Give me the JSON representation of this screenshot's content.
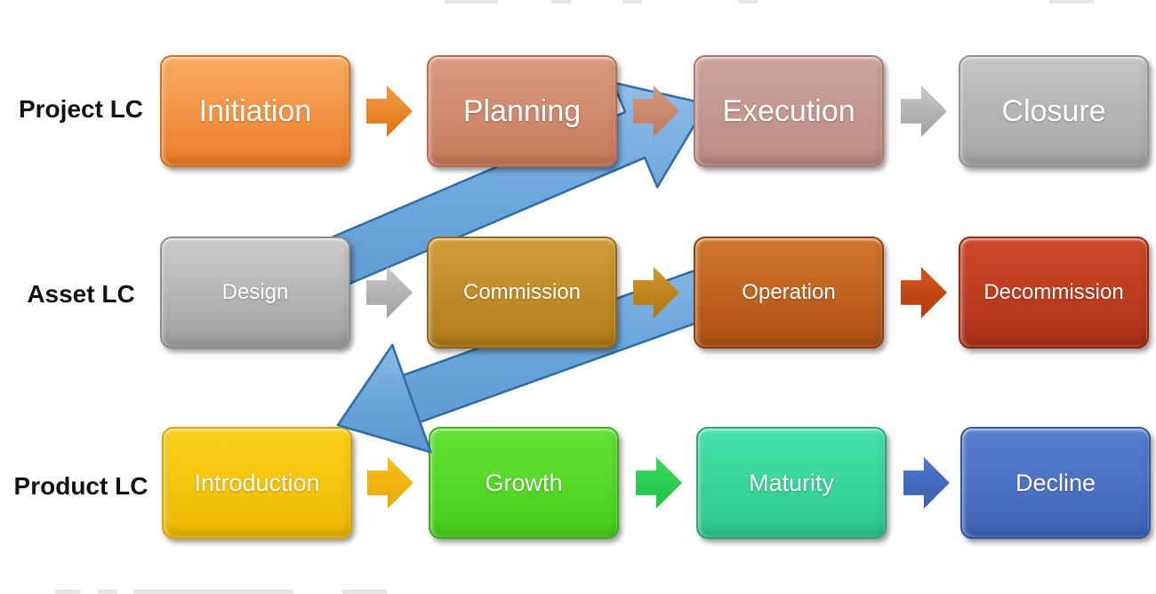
{
  "diagram": {
    "rows": [
      {
        "label": "Project LC",
        "stages": [
          {
            "label": "Initiation"
          },
          {
            "label": "Planning"
          },
          {
            "label": "Execution"
          },
          {
            "label": "Closure"
          }
        ]
      },
      {
        "label": "Asset LC",
        "stages": [
          {
            "label": "Design"
          },
          {
            "label": "Commission"
          },
          {
            "label": "Operation"
          },
          {
            "label": "Decommission"
          }
        ]
      },
      {
        "label": "Product LC",
        "stages": [
          {
            "label": "Introduction"
          },
          {
            "label": "Growth"
          },
          {
            "label": "Maturity"
          },
          {
            "label": "Decline"
          }
        ]
      }
    ],
    "cross_arrows": [
      {
        "name": "asset-to-project-arrow",
        "from": "Design",
        "to": "Execution",
        "direction": "up-right"
      },
      {
        "name": "asset-to-product-arrow",
        "from": "Operation",
        "to": "Introduction",
        "direction": "down-left"
      }
    ]
  },
  "palette": {
    "background": "#FFFFFF",
    "row_label_color": "#111111",
    "stage_text_color": "#FFFFFF",
    "cross_arrow_blue": "#6CA6DC",
    "cross_arrow_border": "#2F6DA8",
    "stage_fills": {
      "Initiation": "#EE8327",
      "Planning": "#CC8163",
      "Execution": "#C2948C",
      "Closure": "#AEAEAE",
      "Design": "#ABABAB",
      "Commission": "#BE8826",
      "Operation": "#BF5E1F",
      "Decommission": "#BF3A20",
      "Introduction": "#F4C20D",
      "Growth": "#4FD62A",
      "Maturity": "#36D69E",
      "Decline": "#4573C6"
    }
  }
}
